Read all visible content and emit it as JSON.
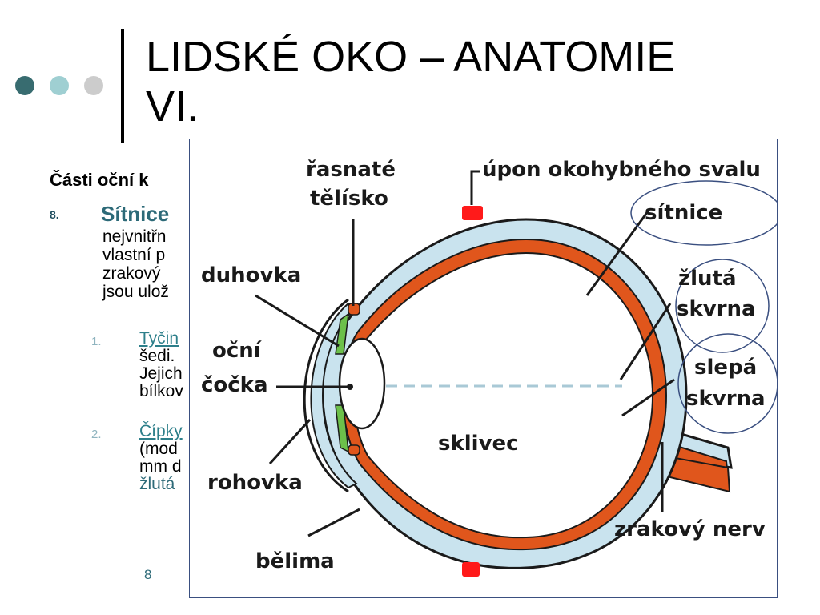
{
  "title": {
    "line1": "LIDSKÉ OKO – ANATOMIE",
    "line2": "VI."
  },
  "colors": {
    "dot_dark": "#386c70",
    "dot_mid": "#9fcfd2",
    "dot_light": "#cccccc",
    "teal": "#2d6a78",
    "sclera": "#c9e3ee",
    "retina": "#e0561c"
  },
  "content": {
    "heading": "Části oční k",
    "item8": {
      "number": "8.",
      "title": "Sítnice",
      "lines": [
        "nejvnitřn",
        "vlastní p",
        "zrakový",
        "jsou ulož"
      ]
    },
    "subitems": [
      {
        "number": "1.",
        "link": "Tyčin",
        "lines": [
          "šedi.",
          "Jejich",
          "bílkov"
        ]
      },
      {
        "number": "2.",
        "link": "Čípky",
        "lines": [
          "(mod",
          "mm d"
        ],
        "last": "žlutá"
      }
    ],
    "page_number": "8"
  },
  "diagram": {
    "labels": {
      "rasnate1": "řasnaté",
      "rasnate2": "tělísko",
      "upon": "úpon okohybného svalu",
      "sitnice": "sítnice",
      "zluta1": "žlutá",
      "zluta2": "skvrna",
      "slepa1": "slepá",
      "slepa2": "skvrna",
      "duhovka": "duhovka",
      "ocni1": "oční",
      "ocni2": "čočka",
      "sklivec": "sklivec",
      "rohovka": "rohovka",
      "nerv": "zrakový nerv",
      "belima": "bělima"
    }
  }
}
